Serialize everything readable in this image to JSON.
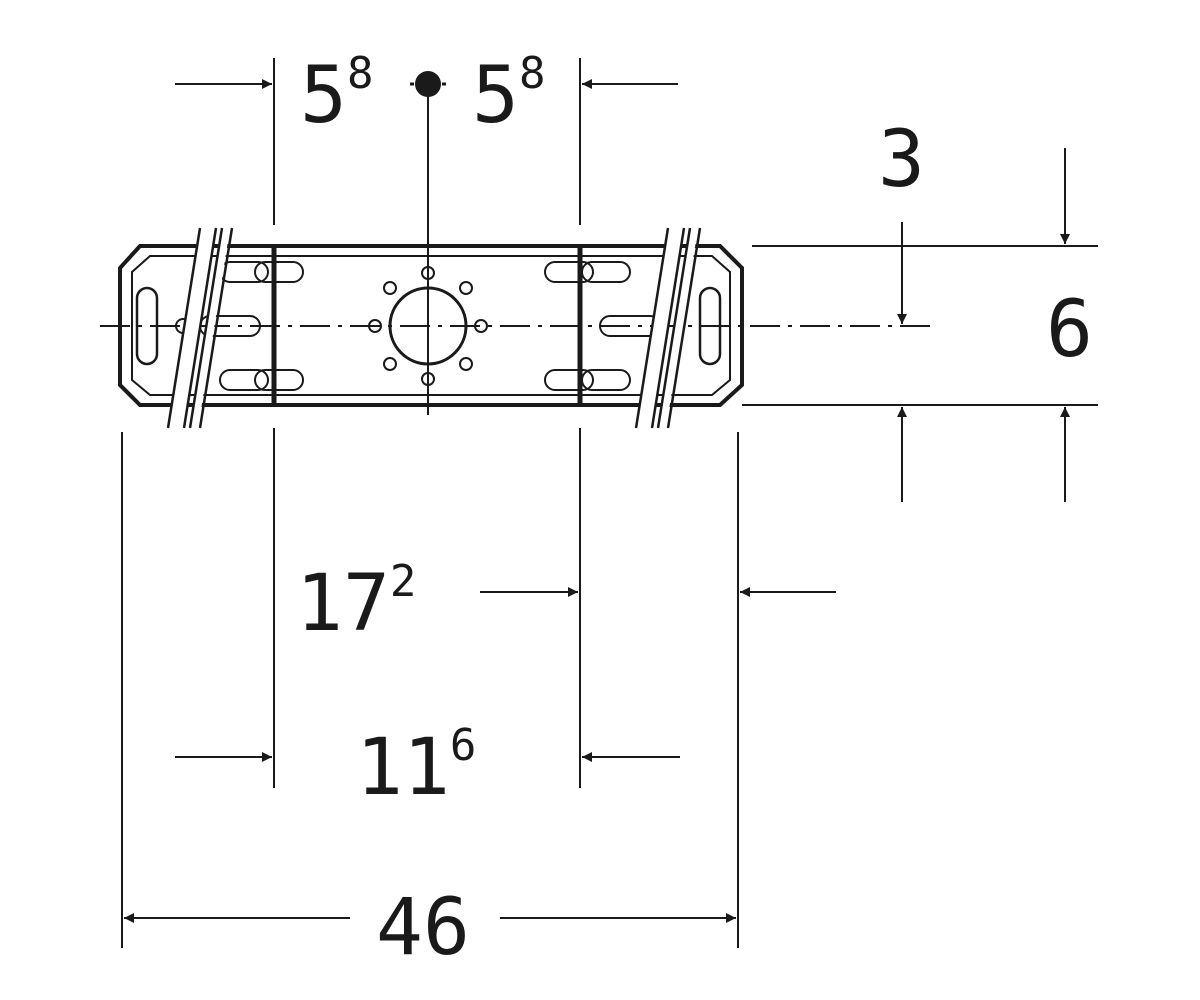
{
  "dimensions": {
    "left_offset": {
      "base": "5",
      "sup": "8"
    },
    "right_offset": {
      "base": "5",
      "sup": "8"
    },
    "top_gap": "3",
    "height": "6",
    "span_outer_right": {
      "base": "17",
      "sup": "2"
    },
    "span_inner": {
      "base": "11",
      "sup": "6"
    },
    "overall_width": "46"
  },
  "colors": {
    "line": "#1a1a1a",
    "background": "#ffffff"
  }
}
